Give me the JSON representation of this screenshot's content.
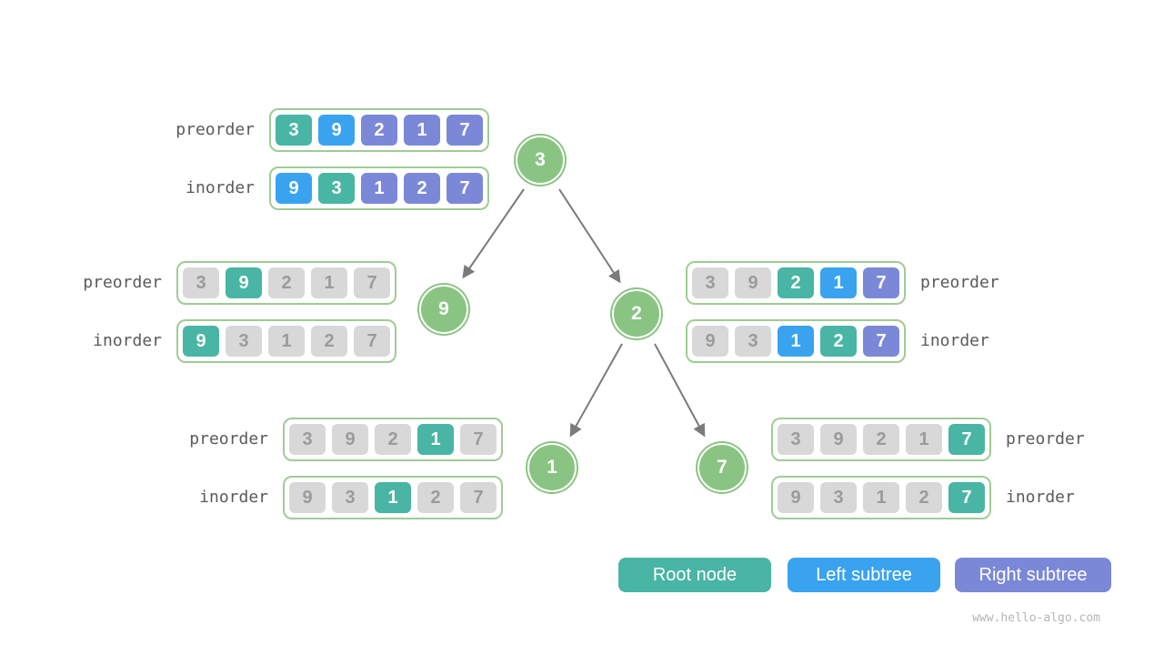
{
  "labels": {
    "preorder": "preorder",
    "inorder": "inorder"
  },
  "arrays": {
    "top": {
      "preorder": {
        "values": [
          3,
          9,
          2,
          1,
          7
        ],
        "colors": [
          "root",
          "left",
          "right",
          "right",
          "right"
        ]
      },
      "inorder": {
        "values": [
          9,
          3,
          1,
          2,
          7
        ],
        "colors": [
          "left",
          "root",
          "right",
          "right",
          "right"
        ]
      }
    },
    "n9": {
      "preorder": {
        "values": [
          3,
          9,
          2,
          1,
          7
        ],
        "colors": [
          "dim",
          "root",
          "dim",
          "dim",
          "dim"
        ]
      },
      "inorder": {
        "values": [
          9,
          3,
          1,
          2,
          7
        ],
        "colors": [
          "root",
          "dim",
          "dim",
          "dim",
          "dim"
        ]
      }
    },
    "n2": {
      "preorder": {
        "values": [
          3,
          9,
          2,
          1,
          7
        ],
        "colors": [
          "dim",
          "dim",
          "root",
          "left",
          "right"
        ]
      },
      "inorder": {
        "values": [
          9,
          3,
          1,
          2,
          7
        ],
        "colors": [
          "dim",
          "dim",
          "left",
          "root",
          "right"
        ]
      }
    },
    "n1": {
      "preorder": {
        "values": [
          3,
          9,
          2,
          1,
          7
        ],
        "colors": [
          "dim",
          "dim",
          "dim",
          "root",
          "dim"
        ]
      },
      "inorder": {
        "values": [
          9,
          3,
          1,
          2,
          7
        ],
        "colors": [
          "dim",
          "dim",
          "root",
          "dim",
          "dim"
        ]
      }
    },
    "n7": {
      "preorder": {
        "values": [
          3,
          9,
          2,
          1,
          7
        ],
        "colors": [
          "dim",
          "dim",
          "dim",
          "dim",
          "root"
        ]
      },
      "inorder": {
        "values": [
          9,
          3,
          1,
          2,
          7
        ],
        "colors": [
          "dim",
          "dim",
          "dim",
          "dim",
          "root"
        ]
      }
    }
  },
  "tree": {
    "n3": "3",
    "n9": "9",
    "n2": "2",
    "n1": "1",
    "n7": "7"
  },
  "legend": {
    "root": {
      "label": "Root node",
      "color": "#49b5a4"
    },
    "left": {
      "label": "Left subtree",
      "color": "#39a3f0"
    },
    "right": {
      "label": "Right subtree",
      "color": "#7b88d8"
    }
  },
  "colors": {
    "root_cell": "#49b5a4",
    "left_cell": "#39a3f0",
    "right_cell": "#7b88d8",
    "dim_cell": "#d8d8d8",
    "dim_text": "#9b9b9b",
    "node_fill": "#8ac483",
    "array_border": "#9fcc96",
    "arrow": "#7a7a7a"
  },
  "watermark": "www.hello-algo.com"
}
